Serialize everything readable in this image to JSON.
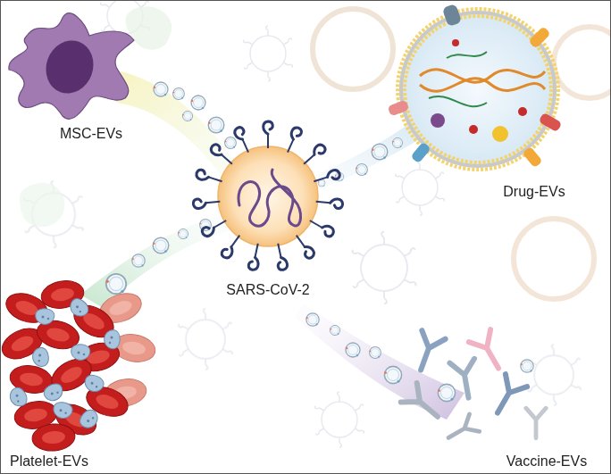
{
  "diagram": {
    "labels": [
      "MSC-EVs",
      "Drug-EVs",
      "SARS-CoV-2",
      "Platelet-EVs",
      "Vaccine-EVs"
    ]
  }
}
